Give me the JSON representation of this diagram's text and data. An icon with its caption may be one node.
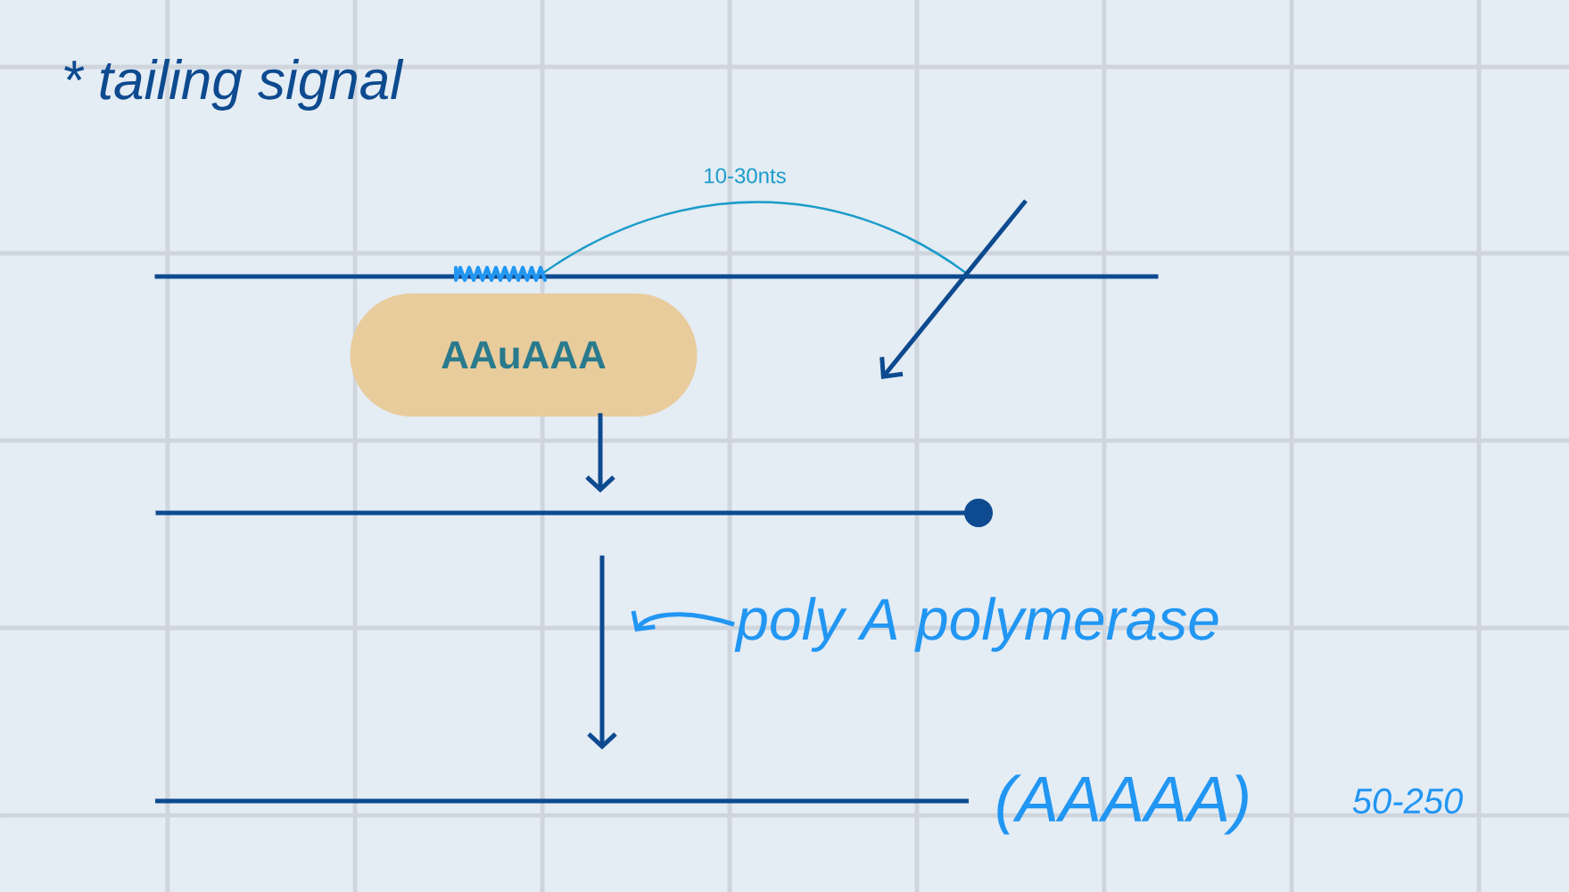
{
  "diagram": {
    "title": "* tailing signal",
    "nodes": [
      {
        "text": [],
        "shape": "bar"
      },
      {
        "text": [
          "AAuAAA"
        ]
      },
      {
        "text": [],
        "shape": "bar"
      },
      {
        "text": [],
        "shape": "bar"
      },
      {
        "text": [
          "poly A polymerase"
        ]
      }
    ],
    "edges": [
      {
        "from": 1,
        "to": 2,
        "arrow": "to"
      },
      {
        "from": 2,
        "to": 3,
        "arrow": "to"
      },
      {
        "from": 4,
        "to": null,
        "arrow": "to",
        "color": "#2196f3"
      }
    ],
    "labels": [
      "10-30nts",
      "(AAAAA)",
      "50-250"
    ]
  }
}
